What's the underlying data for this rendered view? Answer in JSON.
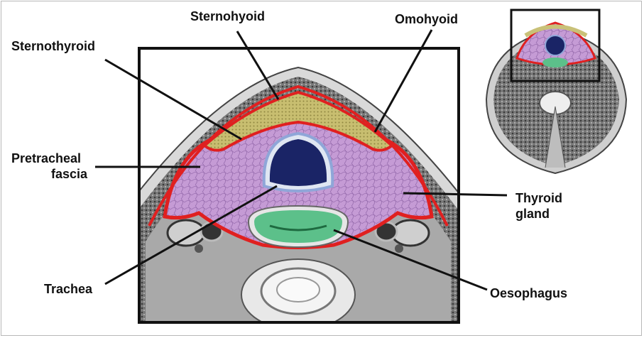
{
  "labels": {
    "sternohyoid": "Sternohyoid",
    "omohyoid": "Omohyoid",
    "sternothyroid": "Sternothyroid",
    "pretracheal_line1": "Pretracheal",
    "pretracheal_line2": "fascia",
    "thyroid_line1": "Thyroid",
    "thyroid_line2": "gland",
    "trachea": "Trachea",
    "oesophagus": "Oesophagus"
  },
  "colors": {
    "fascia": "#e02020",
    "thyroid": "#c79ad6",
    "muscle": "#c9c178",
    "trachea": "#1a2466",
    "oesophagus": "#5cc08a",
    "tissue": "#6e6e6e",
    "frame": "#111111"
  }
}
